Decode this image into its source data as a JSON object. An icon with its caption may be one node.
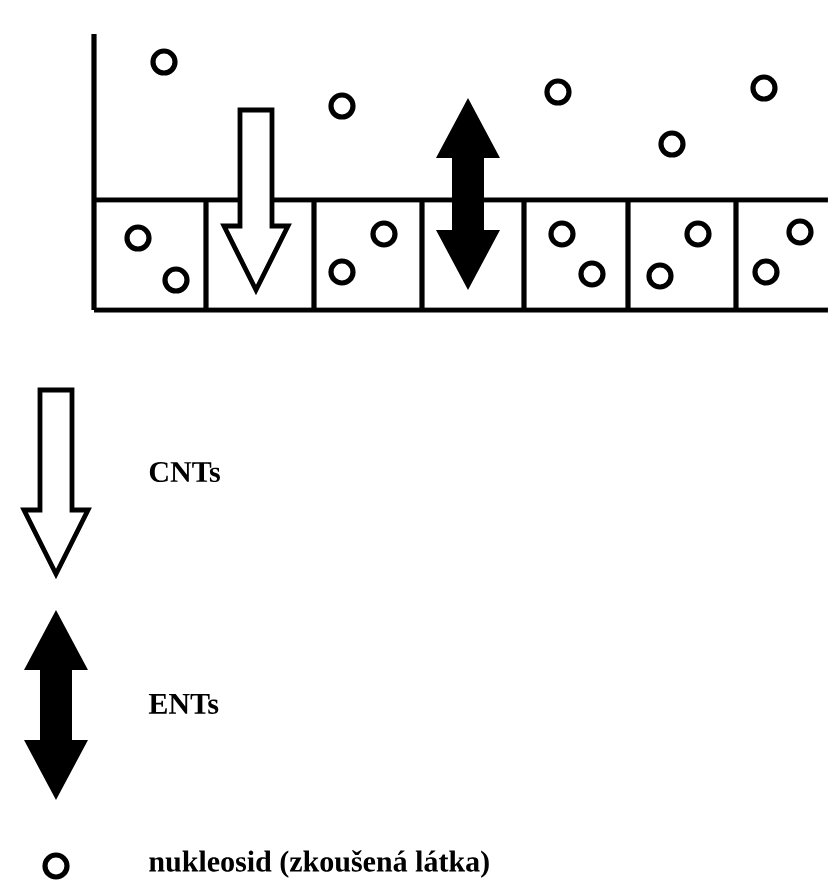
{
  "diagram": {
    "legend": [
      {
        "text": "CNTs"
      },
      {
        "text": "ENTs"
      },
      {
        "text": "nukleosid (zkoušená látka)"
      }
    ]
  }
}
